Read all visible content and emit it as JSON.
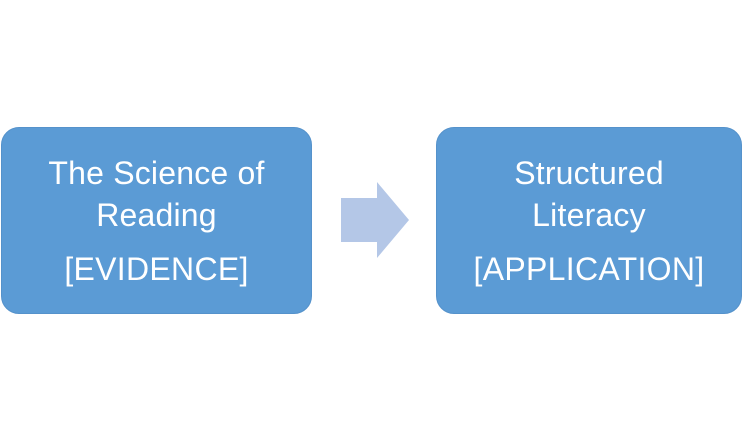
{
  "nodes": [
    {
      "title": "The Science of Reading",
      "subtitle": "[EVIDENCE]"
    },
    {
      "title": "Structured Literacy",
      "subtitle": "[APPLICATION]"
    }
  ],
  "colors": {
    "box_fill": "#5b9bd5",
    "arrow_fill": "#b4c7e7",
    "text": "#ffffff"
  },
  "icons": {
    "connector": "right-arrow-icon"
  }
}
